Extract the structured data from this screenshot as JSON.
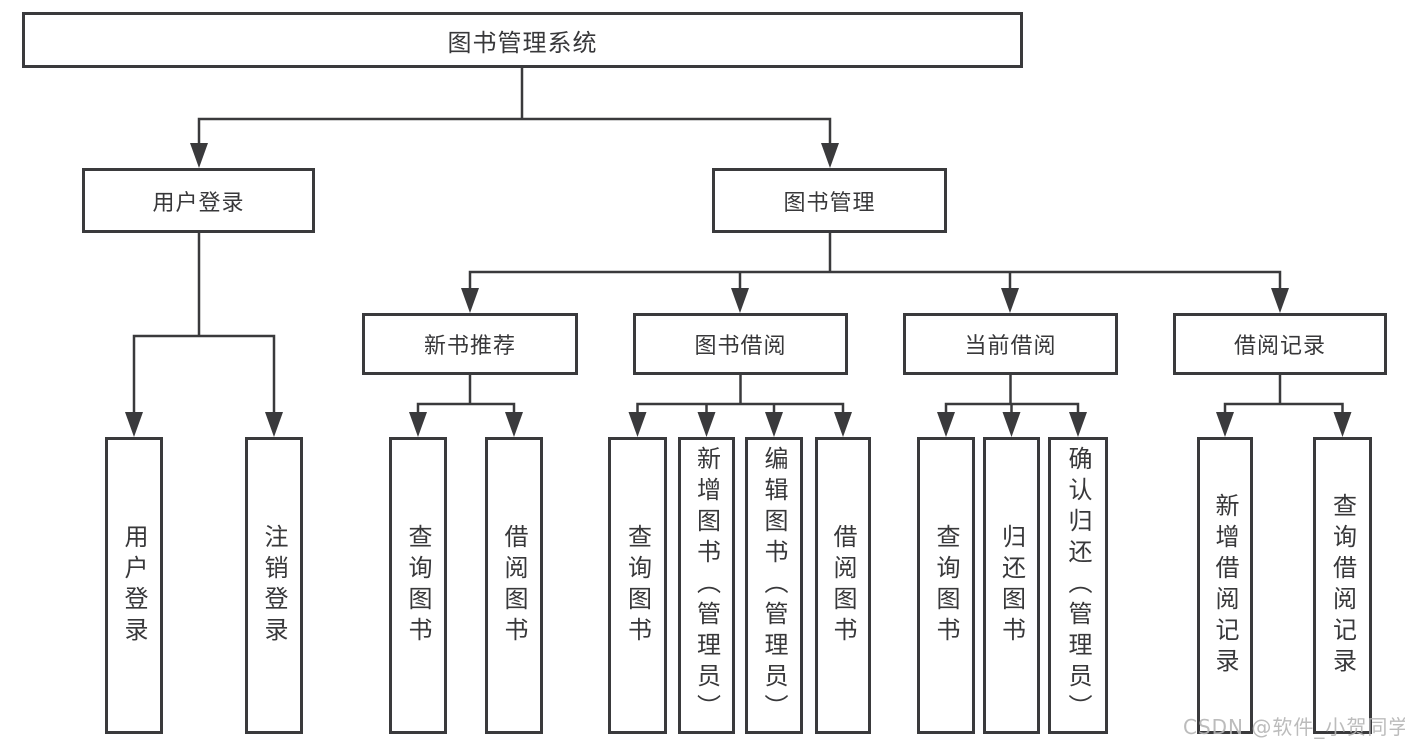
{
  "colors": {
    "line": "#3a3a3c",
    "text": "#38383a",
    "background": "#ffffff",
    "watermark": "#b5b5b5"
  },
  "watermark": {
    "text": "CSDN @软件_小贺同学"
  },
  "tree": {
    "label": "图书管理系统",
    "children": [
      {
        "label": "用户登录",
        "children": [
          {
            "label": "用户登录"
          },
          {
            "label": "注销登录"
          }
        ]
      },
      {
        "label": "图书管理",
        "children": [
          {
            "label": "新书推荐",
            "children": [
              {
                "label": "查询图书"
              },
              {
                "label": "借阅图书"
              }
            ]
          },
          {
            "label": "图书借阅",
            "children": [
              {
                "label": "查询图书"
              },
              {
                "label": "新增图书（管理员）"
              },
              {
                "label": "编辑图书（管理员）"
              },
              {
                "label": "借阅图书"
              }
            ]
          },
          {
            "label": "当前借阅",
            "children": [
              {
                "label": "查询图书"
              },
              {
                "label": "归还图书"
              },
              {
                "label": "确认归还（管理员）"
              }
            ]
          },
          {
            "label": "借阅记录",
            "children": [
              {
                "label": "新增借阅记录"
              },
              {
                "label": "查询借阅记录"
              }
            ]
          }
        ]
      }
    ]
  }
}
